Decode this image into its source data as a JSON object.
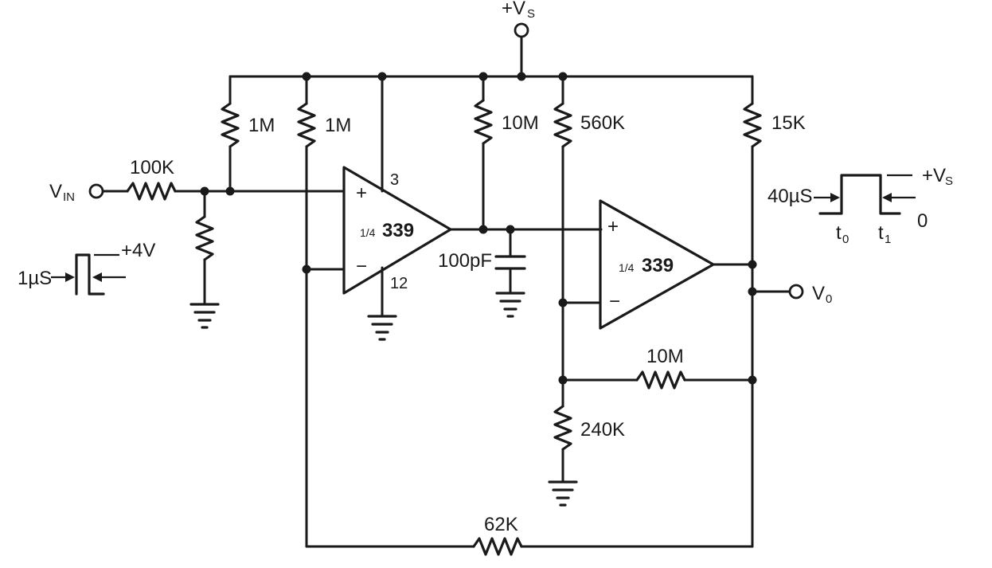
{
  "supply": {
    "label": "+V",
    "sub": "S"
  },
  "input": {
    "label": "V",
    "sub": "IN"
  },
  "output": {
    "label": "V",
    "sub": "0"
  },
  "resistors": {
    "r_in": "100K",
    "r_bias1": "1M",
    "r_bias2": "1M",
    "r_timing": "10M",
    "r_ref_top": "560K",
    "r_pullup": "15K",
    "r_hyst": "10M",
    "r_ref_bot": "240K",
    "r_fb": "62K"
  },
  "capacitor": "100pF",
  "comparators": {
    "c1": {
      "fraction": "1/4",
      "part": "339",
      "pin_top": "3",
      "pin_bottom": "12",
      "plus": "+",
      "minus": "−"
    },
    "c2": {
      "fraction": "1/4",
      "part": "339",
      "plus": "+",
      "minus": "−"
    }
  },
  "input_pulse": {
    "width": "1µS",
    "amplitude": "+4V"
  },
  "output_pulse": {
    "width": "40µS",
    "high": "+V",
    "high_sub": "S",
    "low": "0",
    "t0": "t",
    "t0_sub": "0",
    "t1": "t",
    "t1_sub": "1"
  }
}
